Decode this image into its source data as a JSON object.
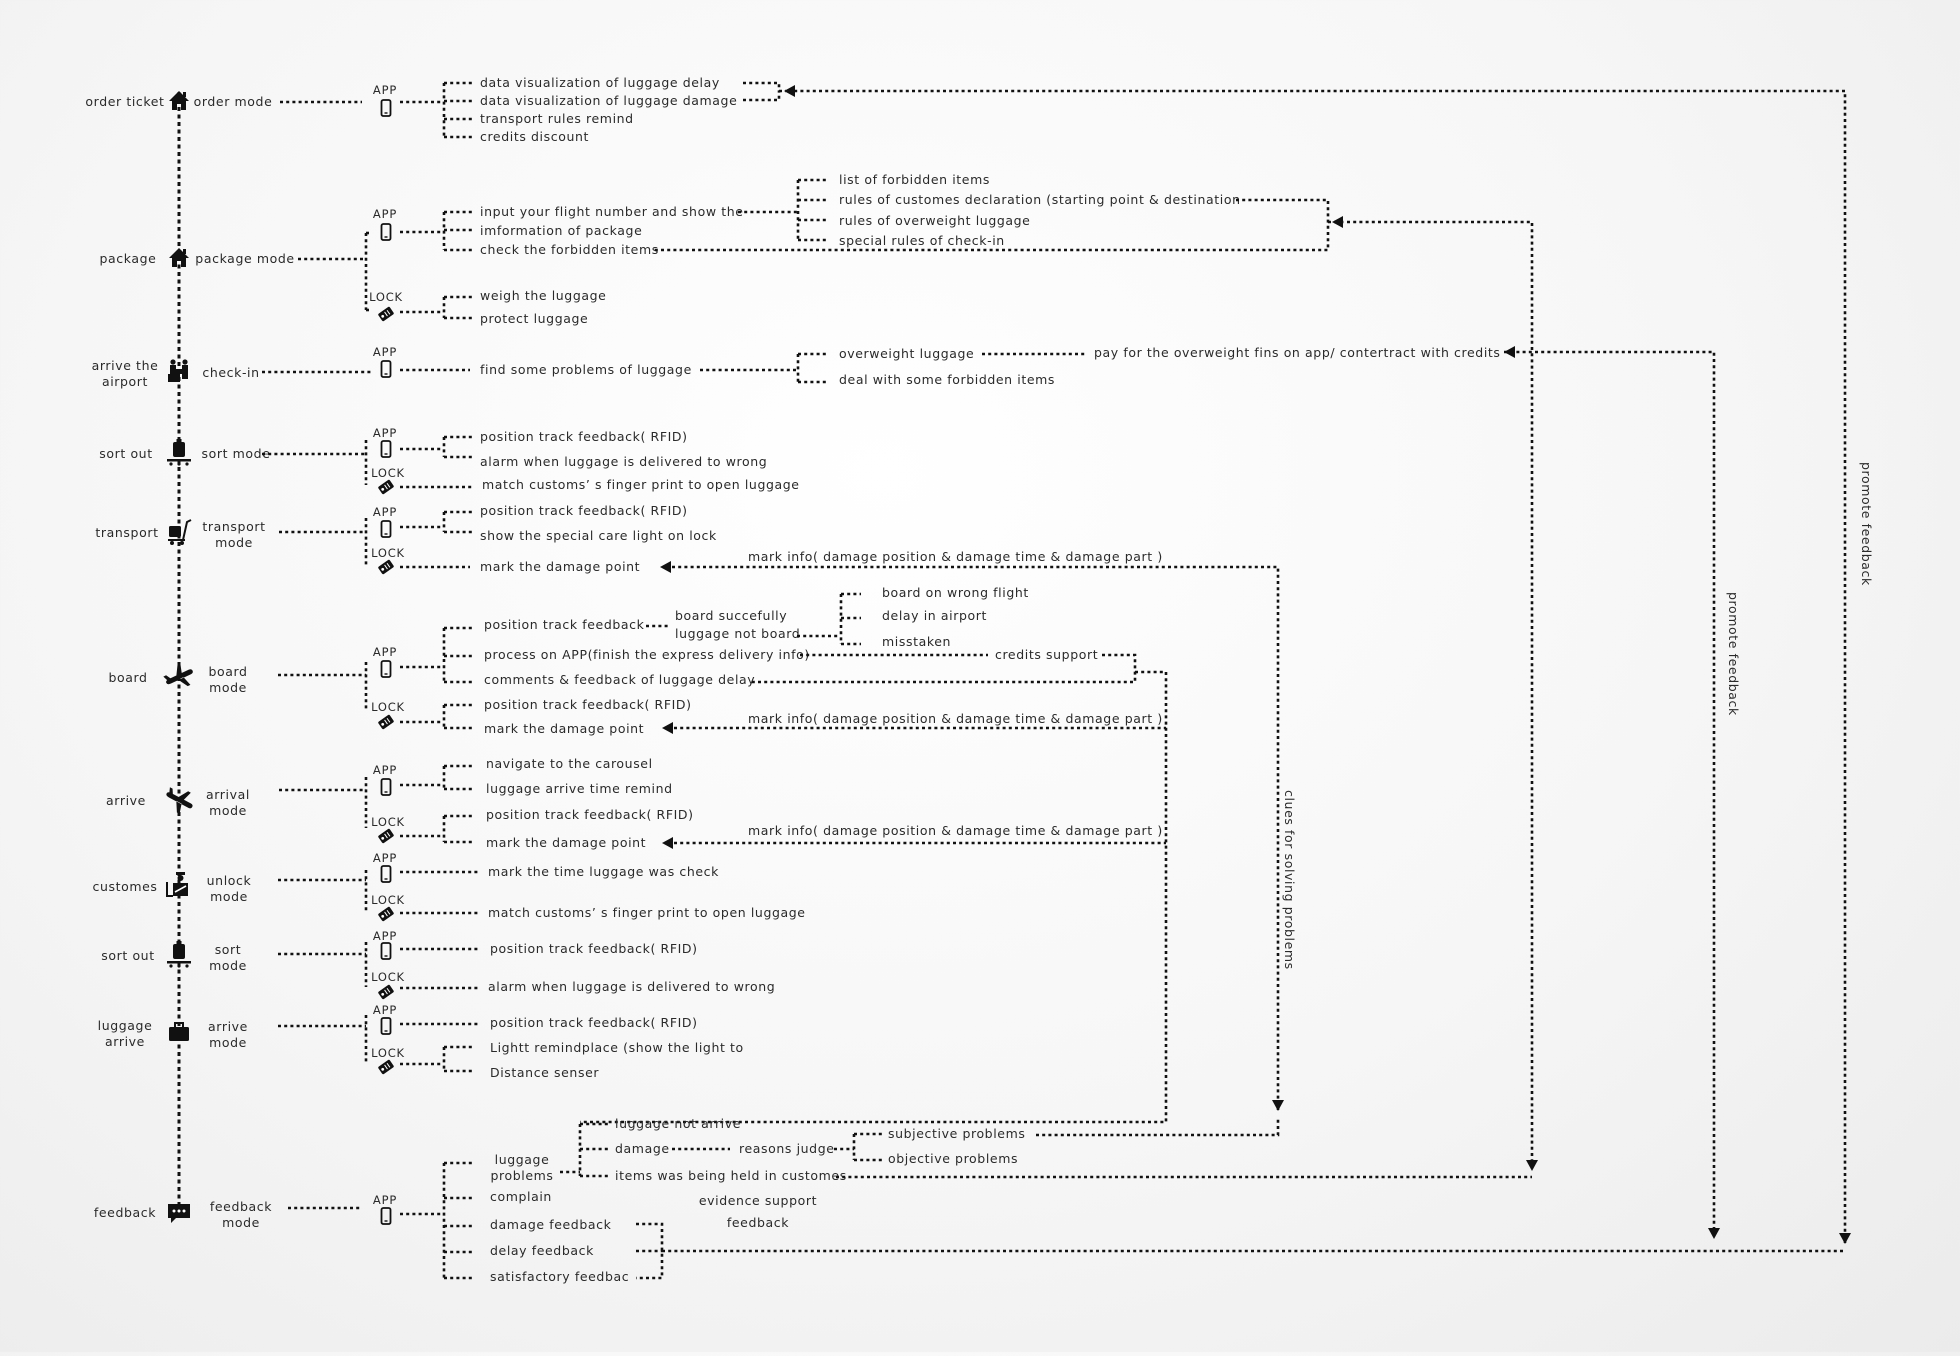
{
  "stages": [
    {
      "id": "order-ticket",
      "label": [
        "order ticket"
      ],
      "mode": [
        "order mode"
      ],
      "icon": "house-icon"
    },
    {
      "id": "package",
      "label": [
        "package"
      ],
      "mode": [
        "package mode"
      ],
      "icon": "house-icon"
    },
    {
      "id": "arrive-airport",
      "label": [
        "arrive the",
        "airport"
      ],
      "mode": [
        "check-in"
      ],
      "icon": "check-in-desk-icon"
    },
    {
      "id": "sort-out-1",
      "label": [
        "sort out"
      ],
      "mode": [
        "sort mode"
      ],
      "icon": "luggage-conveyor-icon"
    },
    {
      "id": "transport",
      "label": [
        "transport"
      ],
      "mode": [
        "transport",
        "mode"
      ],
      "icon": "luggage-cart-icon"
    },
    {
      "id": "board",
      "label": [
        "board"
      ],
      "mode": [
        "board",
        "mode"
      ],
      "icon": "plane-takeoff-icon"
    },
    {
      "id": "arrive",
      "label": [
        "arrive"
      ],
      "mode": [
        "arrival",
        "mode"
      ],
      "icon": "plane-landing-icon"
    },
    {
      "id": "customes",
      "label": [
        "customes"
      ],
      "mode": [
        "unlock",
        "mode"
      ],
      "icon": "customs-officer-icon"
    },
    {
      "id": "sort-out-2",
      "label": [
        "sort out"
      ],
      "mode": [
        "sort",
        "mode"
      ],
      "icon": "luggage-conveyor-icon"
    },
    {
      "id": "luggage-arrive",
      "label": [
        "luggage",
        "arrive"
      ],
      "mode": [
        "arrive",
        "mode"
      ],
      "icon": "briefcase-icon"
    },
    {
      "id": "feedback",
      "label": [
        "feedback"
      ],
      "mode": [
        "feedback",
        "mode"
      ],
      "icon": "chat-bubble-icon"
    }
  ],
  "tags": {
    "app": "APP",
    "lock": "LOCK"
  },
  "items": {
    "order": [
      "data visualization of luggage delay",
      "data visualization of luggage damage",
      "transport rules remind",
      "credits discount"
    ],
    "package_app": [
      "input your flight number and show the",
      "imformation of package",
      "check the forbidden items"
    ],
    "package_rules": [
      "list of forbidden items",
      "rules of customes declaration (starting point & destination",
      "rules of overweight luggage",
      "special rules of check-in"
    ],
    "package_lock": [
      "weigh the luggage",
      "protect luggage"
    ],
    "checkin_app": [
      "find some problems of luggage"
    ],
    "checkin_sub": [
      "overweight luggage",
      "deal with some forbidden items"
    ],
    "checkin_pay": "pay for the overweight fins on app/ contertract with credits",
    "sort1_app": [
      "position track feedback( RFID)",
      "alarm when luggage is delivered to wrong"
    ],
    "sort1_lock": [
      "match customs’ s finger print to open luggage"
    ],
    "transport_app": [
      "position track feedback( RFID)",
      "show the special care light on lock"
    ],
    "transport_lock": [
      "mark the damage point"
    ],
    "mark_info": "mark info( damage position & damage time & damage part )",
    "board_app": [
      "position track feedback",
      "process on APP(finish the express delivery info)",
      "comments & feedback of luggage delay"
    ],
    "board_status": [
      "board succefully",
      "luggage not board"
    ],
    "board_reasons": [
      "board on wrong flight",
      "delay in airport",
      "misstaken"
    ],
    "credits_support": "credits support",
    "board_lock": [
      "position track feedback( RFID)",
      "mark the damage point"
    ],
    "arrive_app": [
      "navigate to the carousel",
      "luggage arrive time remind"
    ],
    "arrive_lock": [
      "position track feedback( RFID)",
      "mark the damage point"
    ],
    "customes_app": [
      "mark the time luggage was check"
    ],
    "customes_lock": [
      "match customs’ s finger print to open luggage"
    ],
    "sort2_app": [
      "position track feedback( RFID)"
    ],
    "sort2_lock": [
      "alarm when luggage is delivered to wrong"
    ],
    "luggage_arrive_app": [
      "position track feedback( RFID)"
    ],
    "luggage_arrive_lock": [
      "Lightt remindplace (show the light to",
      "Distance senser"
    ],
    "feedback_problems_label": [
      "luggage",
      "problems"
    ],
    "feedback_problems": [
      "luggage not arrive",
      "damage",
      "items was being held in customes"
    ],
    "reasons_judge": "reasons judge",
    "judge_results": [
      "subjective problems",
      "objective problems"
    ],
    "feedback_app": [
      "complain",
      "damage feedback",
      "delay feedback",
      "satisfactory feedbac"
    ],
    "evidence": [
      "evidence support",
      "feedback"
    ]
  },
  "side_labels": {
    "clues": "clues for solving problems",
    "promote_1": "promote feedback",
    "promote_2": "promote feedback"
  }
}
